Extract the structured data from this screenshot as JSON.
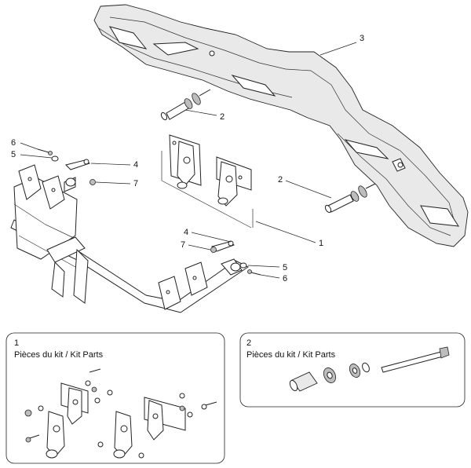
{
  "callouts": {
    "c3": "3",
    "c2a": "2",
    "c2b": "2",
    "c6a": "6",
    "c5a": "5",
    "c4a": "4",
    "c7a": "7",
    "c1": "1",
    "c4b": "4",
    "c7b": "7",
    "c5b": "5",
    "c6b": "6"
  },
  "kit1": {
    "number": "1",
    "title": "Pièces du kit / Kit Parts"
  },
  "kit2": {
    "number": "2",
    "title": "Pièces du kit / Kit Parts"
  }
}
